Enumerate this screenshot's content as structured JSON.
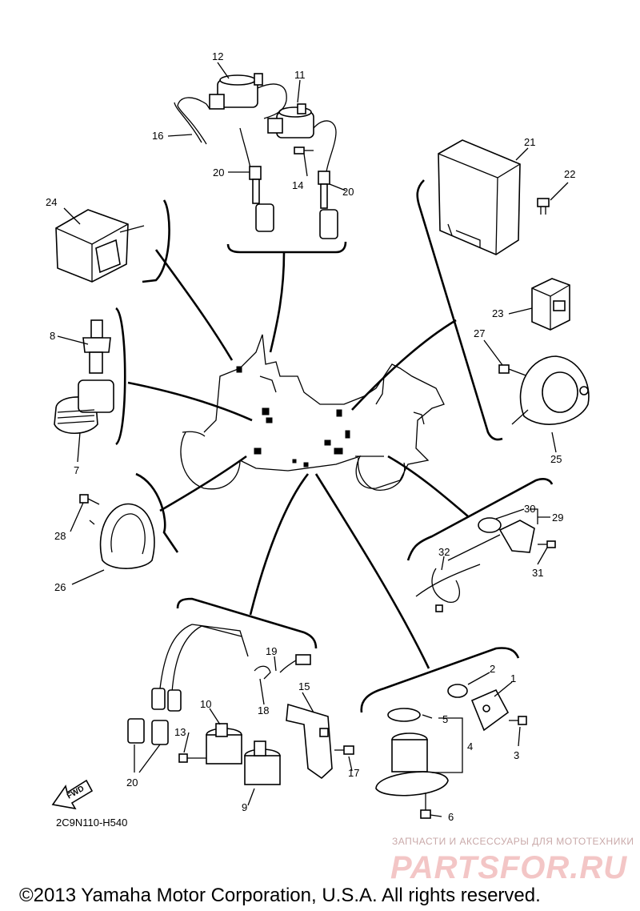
{
  "diagram": {
    "part_labels": {
      "p1": "1",
      "p2": "2",
      "p3": "3",
      "p4": "4",
      "p5": "5",
      "p6": "6",
      "p7": "7",
      "p8": "8",
      "p9": "9",
      "p10": "10",
      "p11": "11",
      "p12": "12",
      "p13": "13",
      "p14": "14",
      "p15": "15",
      "p16": "16",
      "p17": "17",
      "p18": "18",
      "p19": "19",
      "p20a": "20",
      "p20b": "20",
      "p20c": "20",
      "p21": "21",
      "p22": "22",
      "p23": "23",
      "p24": "24",
      "p25": "25",
      "p26": "26",
      "p27": "27",
      "p28": "28",
      "p29": "29",
      "p30": "30",
      "p31": "31",
      "p32": "32"
    },
    "drawing_code": "2C9N110-H540",
    "fwd_label": "FWD"
  },
  "watermark": {
    "tagline": "ЗАПЧАСТИ И АКСЕССУАРЫ ДЛЯ МОТОТЕХНИКИ",
    "brand": "PARTSFOR.RU"
  },
  "footer": {
    "copyright": "©2013 Yamaha Motor Corporation, U.S.A. All rights reserved."
  }
}
